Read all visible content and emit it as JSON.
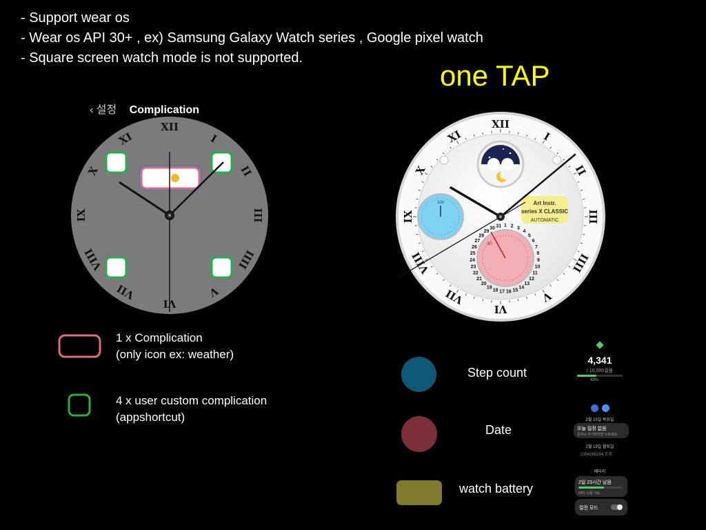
{
  "notes": [
    "- Support wear os",
    "- Wear os API 30+ , ex) Samsung Galaxy Watch series , Google pixel watch",
    "- Square screen watch mode is not supported."
  ],
  "one_tap": "one TAP",
  "settings": {
    "back": "설정",
    "title": "Complication"
  },
  "numerals": [
    "XII",
    "I",
    "II",
    "III",
    "IIII",
    "V",
    "VI",
    "VII",
    "VIII",
    "IX",
    "X",
    "XI"
  ],
  "legend": {
    "pink_line1": "1 x  Complication",
    "pink_line2": "(only icon ex: weather)",
    "green_line1": "4 x user custom complication",
    "green_line2": "(appshortcut)"
  },
  "features": {
    "steps": "Step count",
    "date": "Date",
    "battery": "watch battery"
  },
  "watch": {
    "brand1": "Art Instr.",
    "brand2": "series X CLASSIC",
    "brand3": "AUTOMATIC",
    "subdial_top": "100",
    "subdial_bottom": "90"
  },
  "previews": {
    "steps_value": "4,341",
    "steps_goal": "/ 10,000걸음",
    "steps_pct": "43%",
    "cal_date1": "2월 15일 목요일",
    "cal_event": "오늘 일정 없음",
    "cal_hint": "준비시 추가하려면 누르세요.",
    "cal_date2": "2월 19일 월요일",
    "cal_num": "2394265284 조회",
    "battery_title": "배터리",
    "battery_remaining": "2일 23시간 남음",
    "battery_pct": "58% 사용 가능",
    "battery_mode": "절전 모드"
  },
  "colors": {
    "steps": "#0d5875",
    "date": "#7b2f38",
    "battery": "#7f7a2e",
    "pink": "#e06a7d",
    "green": "#22b14c",
    "tap": "#ffff00"
  }
}
